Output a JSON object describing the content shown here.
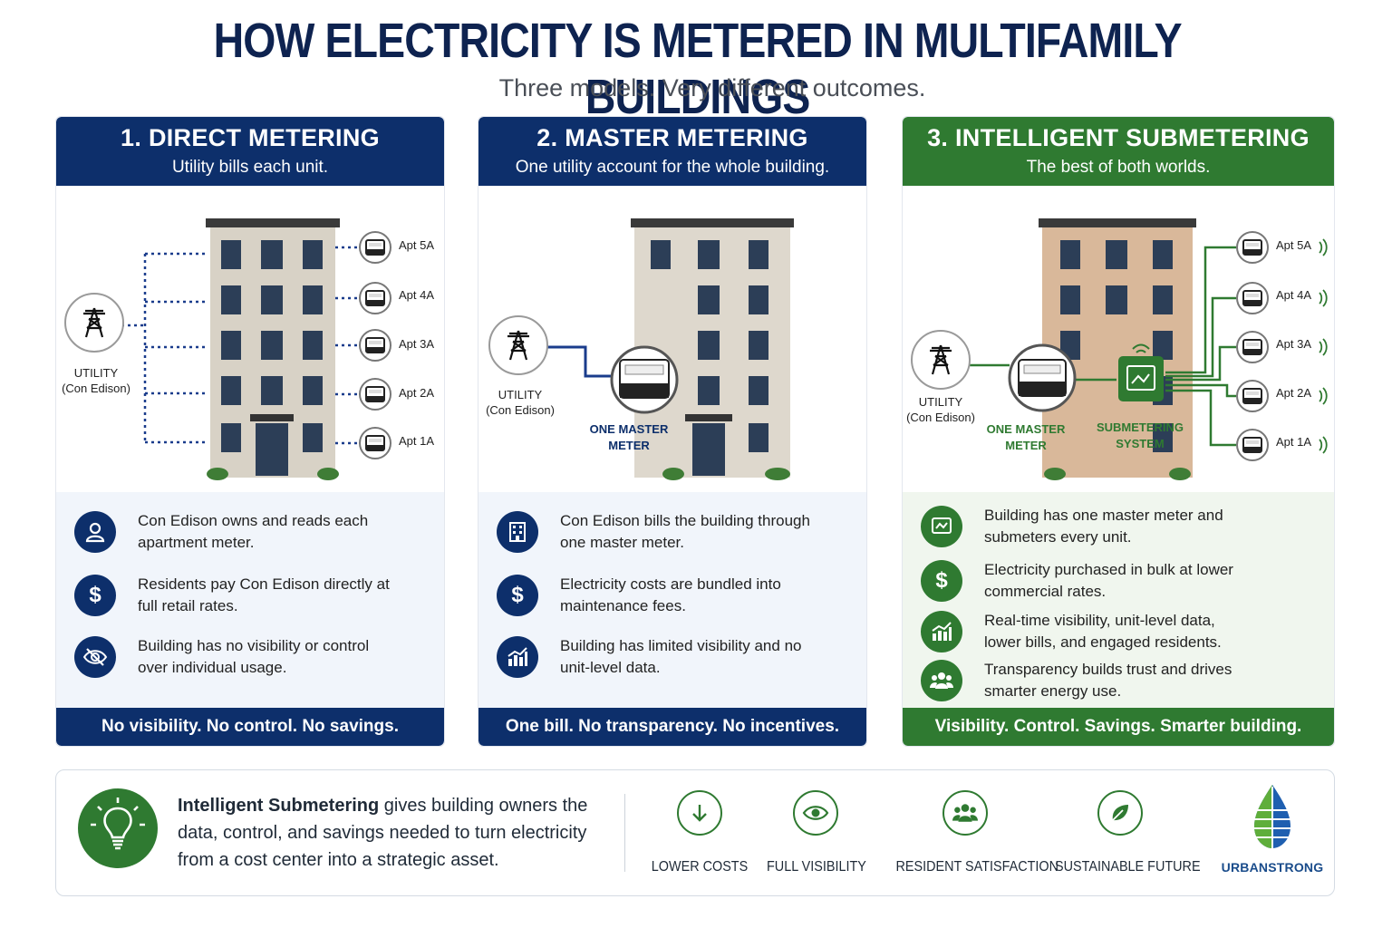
{
  "header": {
    "title": "HOW ELECTRICITY IS METERED IN MULTIFAMILY BUILDINGS",
    "subtitle": "Three models. Very different outcomes."
  },
  "colors": {
    "navy": "#0d2f6b",
    "green": "#2f7a31",
    "light_blue": "#f1f5fb",
    "light_green": "#f0f6ee"
  },
  "panels": [
    {
      "title": "1. DIRECT METERING",
      "subtitle": "Utility bills each unit.",
      "utility_label": "UTILITY",
      "utility_sub": "(Con Edison)",
      "apartments": [
        "Apt 5A",
        "Apt 4A",
        "Apt 3A",
        "Apt 2A",
        "Apt 1A"
      ],
      "facts": [
        {
          "icon": "person-icon",
          "text": "Con Edison owns and reads each apartment meter."
        },
        {
          "icon": "dollar-icon",
          "text": "Residents pay Con Edison directly at full retail rates."
        },
        {
          "icon": "eye-slash-icon",
          "text": "Building has no visibility or control over individual usage."
        }
      ],
      "footer": "No visibility. No control. No savings."
    },
    {
      "title": "2. MASTER METERING",
      "subtitle": "One utility account for the whole building.",
      "utility_label": "UTILITY",
      "utility_sub": "(Con Edison)",
      "meter_label": "ONE MASTER METER",
      "facts": [
        {
          "icon": "building-icon",
          "text": "Con Edison bills the building through one master meter."
        },
        {
          "icon": "dollar-icon",
          "text": "Electricity costs are bundled into maintenance fees."
        },
        {
          "icon": "bar-chart-icon",
          "text": "Building has limited visibility and no unit-level data."
        }
      ],
      "footer": "One bill. No transparency. No incentives."
    },
    {
      "title": "3. INTELLIGENT SUBMETERING",
      "subtitle": "The best of both worlds.",
      "utility_label": "UTILITY",
      "utility_sub": "(Con Edison)",
      "meter_label": "ONE MASTER METER",
      "system_label": "SUBMETERING SYSTEM",
      "apartments": [
        "Apt 5A",
        "Apt 4A",
        "Apt 3A",
        "Apt 2A",
        "Apt 1A"
      ],
      "facts": [
        {
          "icon": "monitor-icon",
          "text": "Building has one master meter and submeters every unit."
        },
        {
          "icon": "dollar-icon",
          "text": "Electricity purchased in bulk at lower commercial rates."
        },
        {
          "icon": "chart-up-icon",
          "text": "Real-time visibility, unit-level data, lower bills, and engaged residents."
        },
        {
          "icon": "group-icon",
          "text": "Transparency builds trust and drives smarter energy use."
        }
      ],
      "footer": "Visibility. Control. Savings. Smarter building."
    }
  ],
  "bottom": {
    "message_bold": "Intelligent Submetering",
    "message_rest": " gives building owners the data, control, and savings needed to turn electricity from a cost center into a strategic asset.",
    "benefits": [
      {
        "icon": "arrow-down-icon",
        "label": "LOWER COSTS"
      },
      {
        "icon": "eye-icon",
        "label": "FULL VISIBILITY"
      },
      {
        "icon": "group-icon",
        "label": "RESIDENT SATISFACTION"
      },
      {
        "icon": "leaf-icon",
        "label": "SUSTAINABLE FUTURE"
      }
    ],
    "logo_text": "URBANSTRONG"
  }
}
